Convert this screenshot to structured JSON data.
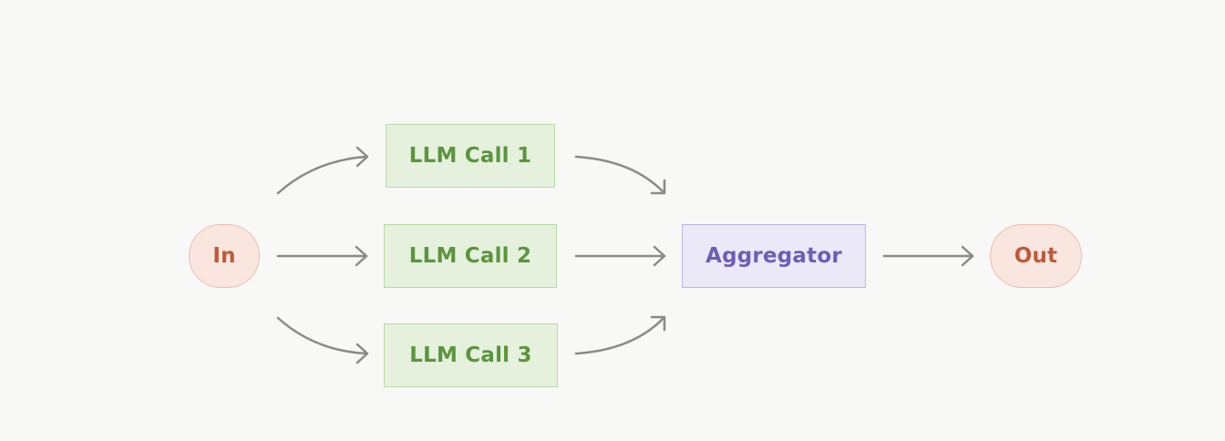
{
  "diagram": {
    "nodes": {
      "in": "In",
      "llm1": "LLM Call 1",
      "llm2": "LLM Call 2",
      "llm3": "LLM Call 3",
      "aggregator": "Aggregator",
      "out": "Out"
    },
    "edges": [
      {
        "from": "In",
        "to": "LLM Call 1"
      },
      {
        "from": "In",
        "to": "LLM Call 2"
      },
      {
        "from": "In",
        "to": "LLM Call 3"
      },
      {
        "from": "LLM Call 1",
        "to": "Aggregator"
      },
      {
        "from": "LLM Call 2",
        "to": "Aggregator"
      },
      {
        "from": "LLM Call 3",
        "to": "Aggregator"
      },
      {
        "from": "Aggregator",
        "to": "Out"
      }
    ],
    "colors": {
      "io_fill": "#f9e6df",
      "io_border": "#ecbfae",
      "io_text": "#bd5a3a",
      "llm_fill": "#e5f1dc",
      "llm_border": "#b8d9a6",
      "llm_text": "#5b953e",
      "agg_fill": "#ebe8f8",
      "agg_border": "#bdb5e6",
      "agg_text": "#6e5db8",
      "arrow": "#8a8a86",
      "background": "#f8f8f7"
    }
  }
}
